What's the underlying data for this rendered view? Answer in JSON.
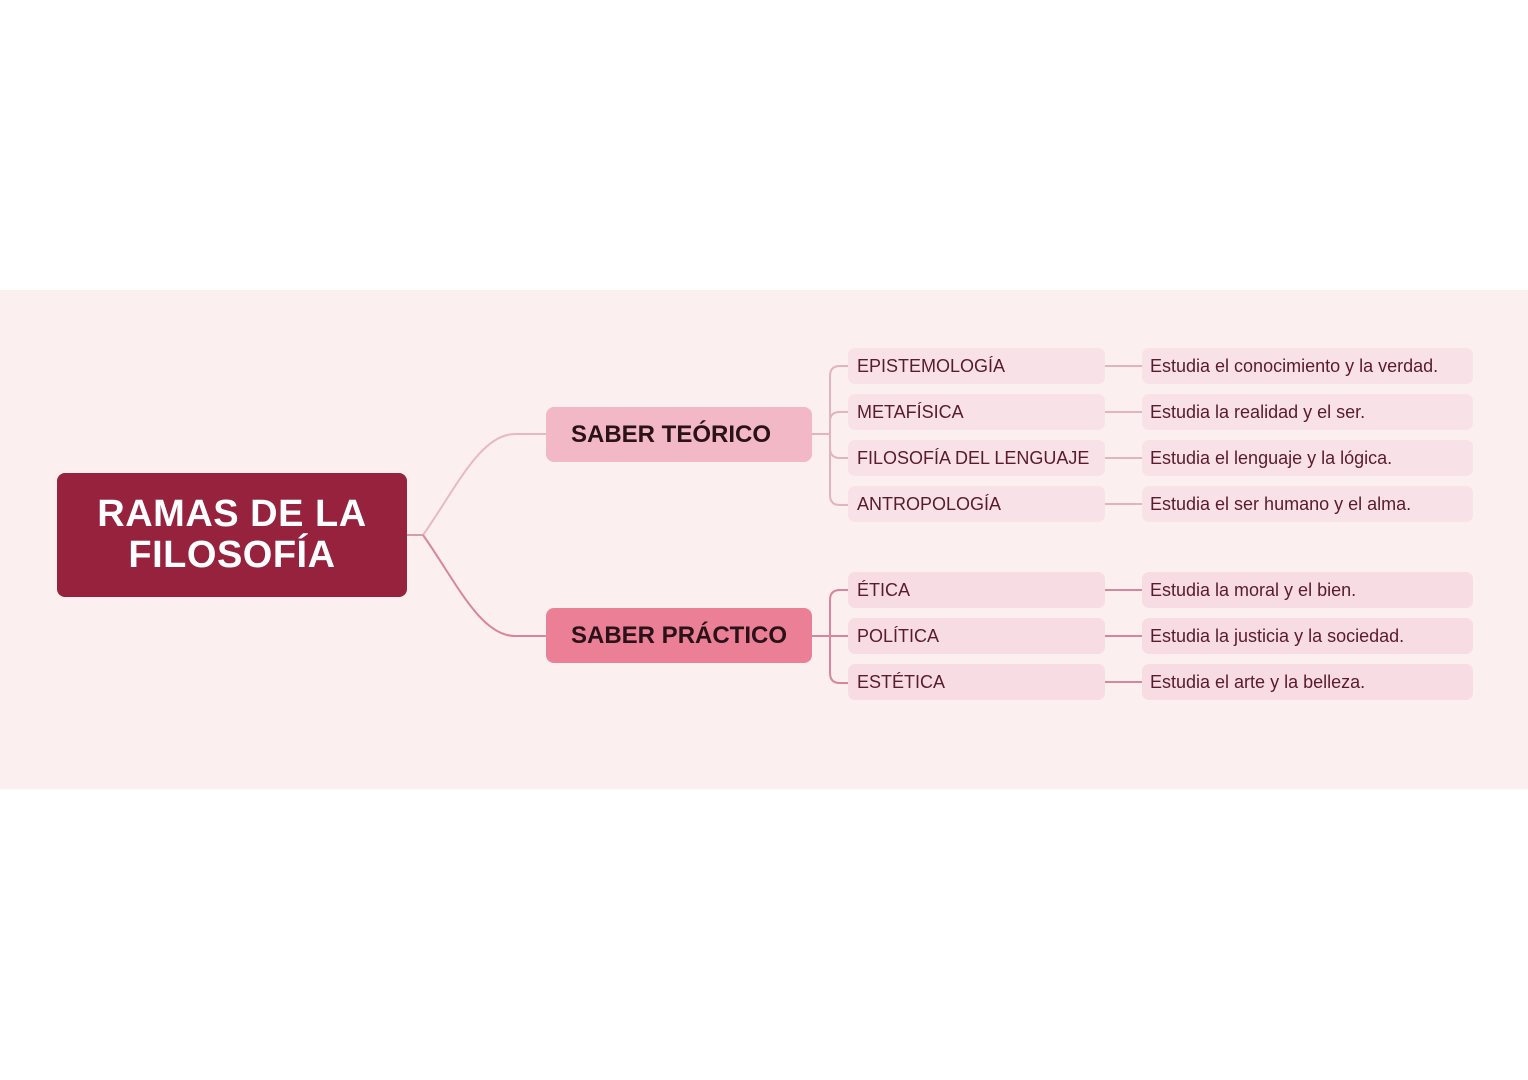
{
  "colors": {
    "background": "#ffffff",
    "band": "#fcefef",
    "root": "#97223e",
    "saber_teorico": "#f2b8c6",
    "saber_practico": "#eb7f95",
    "leaf": "#f7dde3",
    "connector_theory": "#e4b3c0",
    "connector_practice": "#d7879c"
  },
  "mindmap": {
    "root": {
      "line1": "RAMAS DE LA",
      "line2": "FILOSOFÍA"
    },
    "branches": [
      {
        "label": "SABER TEÓRICO",
        "children": [
          {
            "label": "EPISTEMOLOGÍA",
            "description": "Estudia el conocimiento y la verdad."
          },
          {
            "label": "METAFÍSICA",
            "description": "Estudia la realidad y el ser."
          },
          {
            "label": "FILOSOFÍA DEL LENGUAJE",
            "description": "Estudia el lenguaje y la lógica."
          },
          {
            "label": "ANTROPOLOGÍA",
            "description": "Estudia el ser humano y el alma."
          }
        ]
      },
      {
        "label": "SABER PRÁCTICO",
        "children": [
          {
            "label": "ÉTICA",
            "description": "Estudia la moral y el bien."
          },
          {
            "label": "POLÍTICA",
            "description": "Estudia la justicia y la sociedad."
          },
          {
            "label": "ESTÉTICA",
            "description": "Estudia el arte y la belleza."
          }
        ]
      }
    ]
  }
}
